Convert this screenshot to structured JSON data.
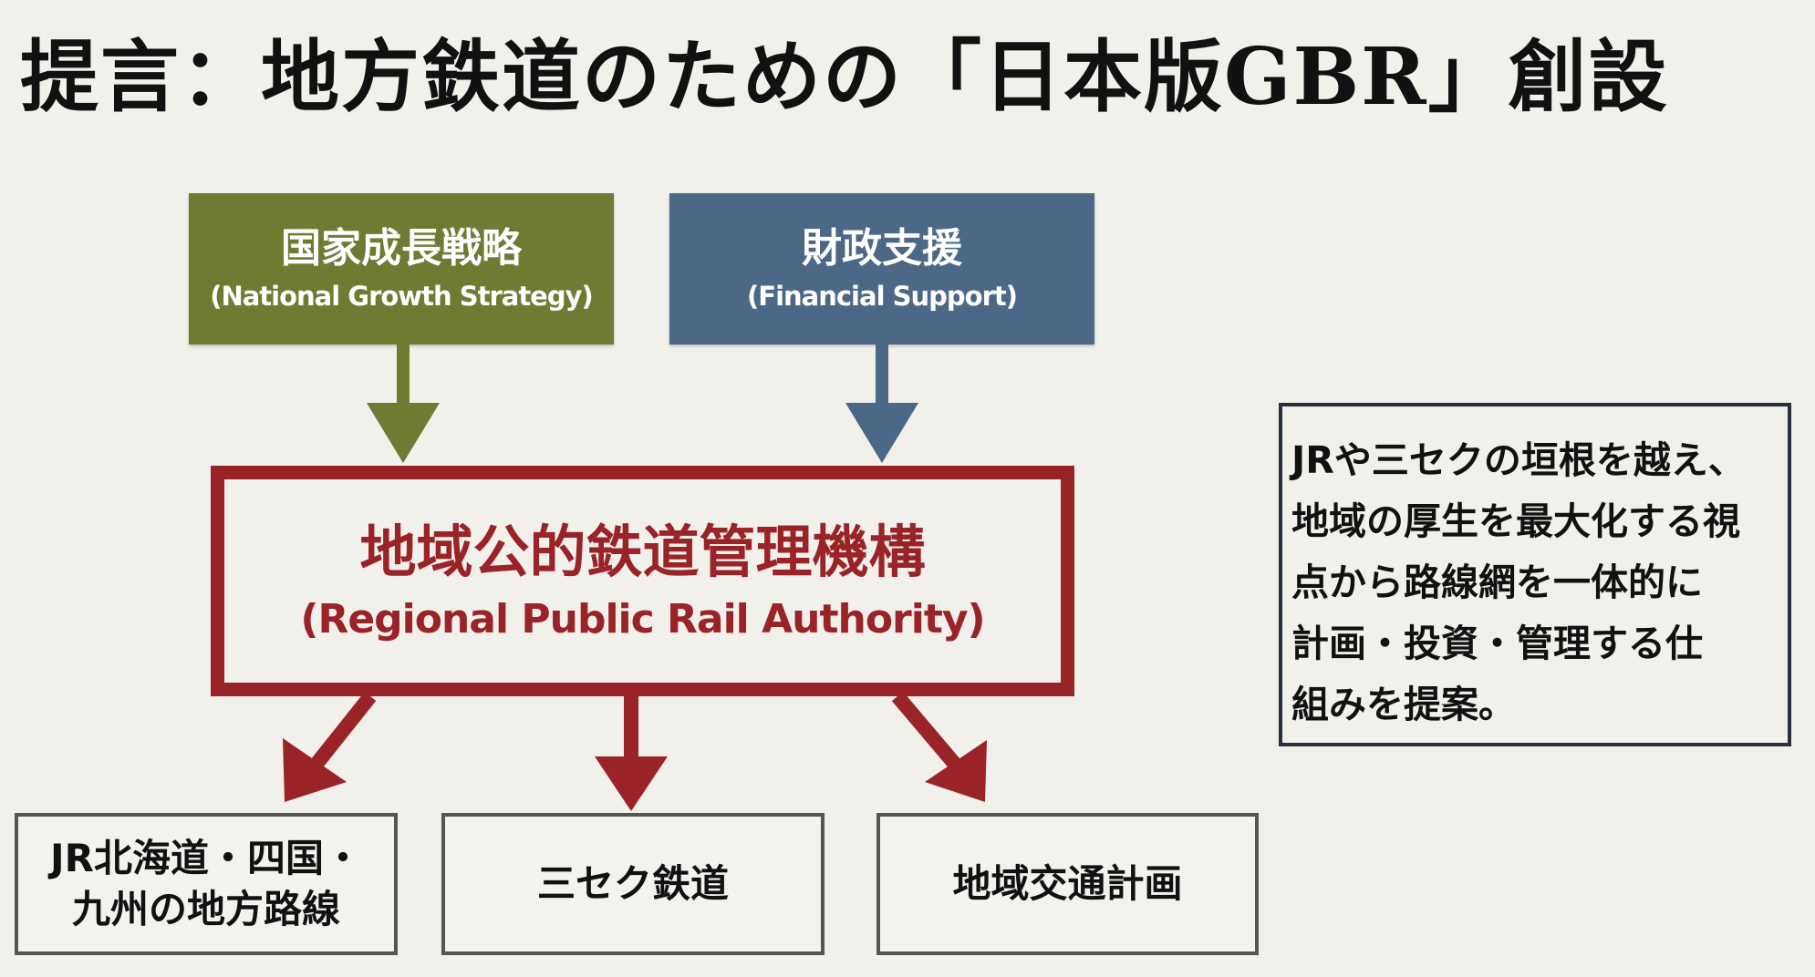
{
  "title": "提言：地方鉄道のための「日本版GBR」創設",
  "inputs": [
    {
      "jp": "国家成長戦略",
      "en": "(National Growth Strategy)",
      "color": "#6d7b33"
    },
    {
      "jp": "財政支援",
      "en": "(Financial Support)",
      "color": "#4b6886"
    }
  ],
  "authority": {
    "jp": "地域公的鉄道管理機構",
    "en": "(Regional Public Rail Authority)",
    "color": "#9a2328"
  },
  "outputs": [
    {
      "line1": "JR北海道・四国・",
      "line2": "九州の地方路線"
    },
    {
      "line1": "三セク鉄道"
    },
    {
      "line1": "地域交通計画"
    }
  ],
  "note": {
    "lines": [
      "JRや三セクの垣根を越え、",
      "地域の厚生を最大化する視",
      "点から路線網を一体的に",
      "計画・投資・管理する仕",
      "組みを提案。"
    ]
  }
}
